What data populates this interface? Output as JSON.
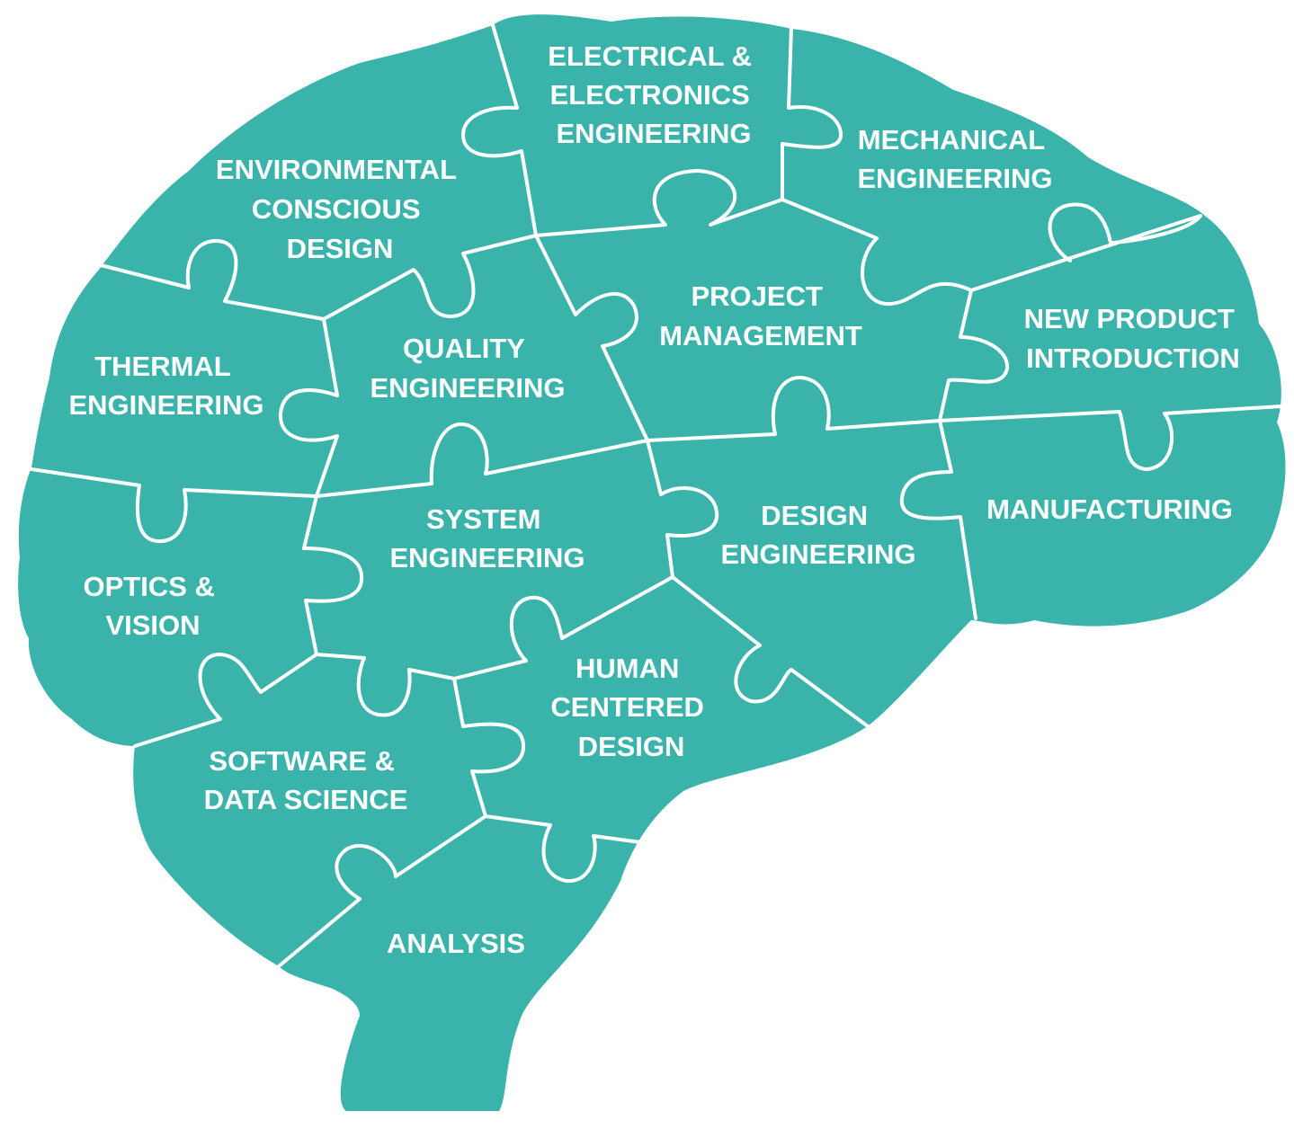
{
  "diagram": {
    "colors": {
      "brain_fill": "#3ab4aa",
      "seam": "#ffffff",
      "label_text": "#ffffff",
      "background": "#ffffff"
    },
    "pieces": [
      {
        "id": "electrical",
        "lines": [
          "ELECTRICAL &",
          "ELECTRONICS",
          "ENGINEERING"
        ]
      },
      {
        "id": "mechanical",
        "lines": [
          "MECHANICAL",
          "ENGINEERING"
        ]
      },
      {
        "id": "environmental",
        "lines": [
          "ENVIRONMENTAL",
          "CONSCIOUS",
          "DESIGN"
        ]
      },
      {
        "id": "project",
        "lines": [
          "PROJECT",
          "MANAGEMENT"
        ]
      },
      {
        "id": "new-product",
        "lines": [
          "NEW PRODUCT",
          "INTRODUCTION"
        ]
      },
      {
        "id": "quality",
        "lines": [
          "QUALITY",
          "ENGINEERING"
        ]
      },
      {
        "id": "thermal",
        "lines": [
          "THERMAL",
          "ENGINEERING"
        ]
      },
      {
        "id": "system",
        "lines": [
          "SYSTEM",
          "ENGINEERING"
        ]
      },
      {
        "id": "design",
        "lines": [
          "DESIGN",
          "ENGINEERING"
        ]
      },
      {
        "id": "manufacturing",
        "lines": [
          "MANUFACTURING"
        ]
      },
      {
        "id": "optics",
        "lines": [
          "OPTICS &",
          "VISION"
        ]
      },
      {
        "id": "human",
        "lines": [
          "HUMAN",
          "CENTERED",
          "DESIGN"
        ]
      },
      {
        "id": "software",
        "lines": [
          "SOFTWARE &",
          "DATA SCIENCE"
        ]
      },
      {
        "id": "analysis",
        "lines": [
          "ANALYSIS"
        ]
      }
    ]
  }
}
